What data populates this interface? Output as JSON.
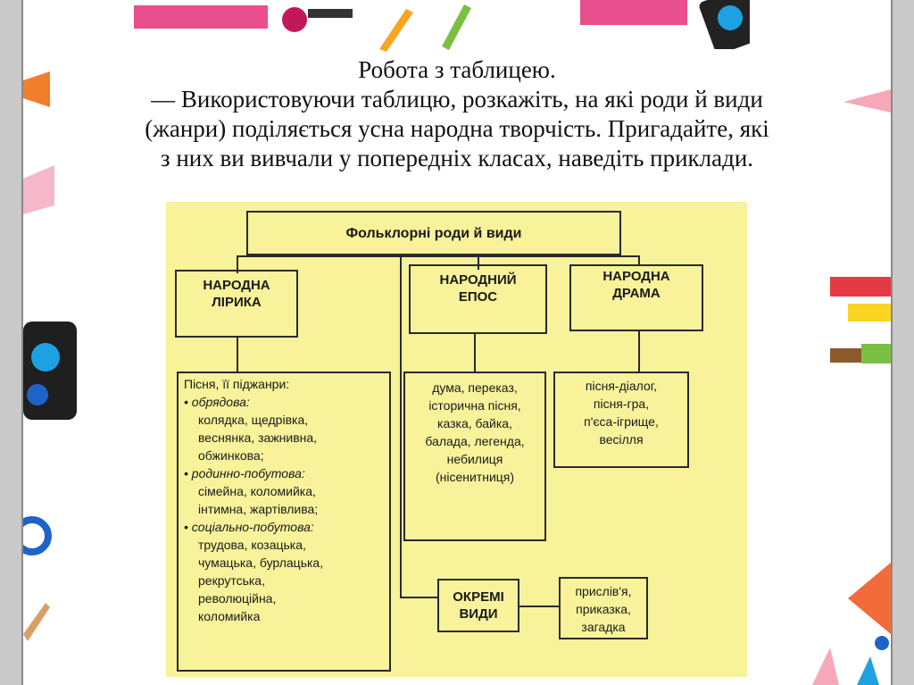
{
  "slide": {
    "intro_lines": [
      "Робота з таблицею.",
      "— Використовуючи таблицю, розкажіть, на які роди й види",
      "(жанри) поділяється усна народна творчість. Пригадайте, які",
      "з них ви вивчали у попередніх класах, наведіть приклади."
    ]
  },
  "diagram": {
    "root": "Фольклорні роди й види",
    "lyric": {
      "title_lines": [
        "НАРОДНА",
        "ЛІРИКА"
      ],
      "content": [
        {
          "text": "Пісня, її піджанри:",
          "style": "plain"
        },
        {
          "text": "• обрядова:",
          "style": "cat"
        },
        {
          "text": "колядка, щедрівка,",
          "style": "ind"
        },
        {
          "text": "веснянка, зажнивна,",
          "style": "ind"
        },
        {
          "text": "обжинкова;",
          "style": "ind"
        },
        {
          "text": "• родинно-побутова:",
          "style": "cat"
        },
        {
          "text": "сімейна, коломийка,",
          "style": "ind"
        },
        {
          "text": "інтимна, жартівлива;",
          "style": "ind"
        },
        {
          "text": "• соціально-побутова:",
          "style": "cat"
        },
        {
          "text": "трудова, козацька,",
          "style": "ind"
        },
        {
          "text": "чумацька, бурлацька,",
          "style": "ind"
        },
        {
          "text": "рекрутська,",
          "style": "ind"
        },
        {
          "text": "революційна,",
          "style": "ind"
        },
        {
          "text": "коломийка",
          "style": "ind"
        }
      ]
    },
    "epic": {
      "title_lines": [
        "НАРОДНИЙ",
        "ЕПОС"
      ],
      "content": [
        "дума, переказ,",
        "історична пісня,",
        "казка, байка,",
        "балада, легенда,",
        "небилиця",
        "(нісенитниця)"
      ]
    },
    "drama": {
      "title_lines": [
        "НАРОДНА",
        "ДРАМА"
      ],
      "content": [
        "пісня-діалог,",
        "пісня-гра,",
        "п'єса-ігрище,",
        "весілля"
      ]
    },
    "separate": {
      "title_lines": [
        "ОКРЕМІ",
        "ВИДИ"
      ],
      "content": [
        "прислів'я,",
        "приказка,",
        "загадка"
      ]
    }
  },
  "colors": {
    "diagram_bg": "#f8f29a",
    "border": "#2a2a2a",
    "frame": "#c9c9c9"
  },
  "icons": [
    "pencil-icon",
    "paint-palette-icon",
    "paintbrush-icon",
    "crayon-icon",
    "ruler-icon"
  ]
}
